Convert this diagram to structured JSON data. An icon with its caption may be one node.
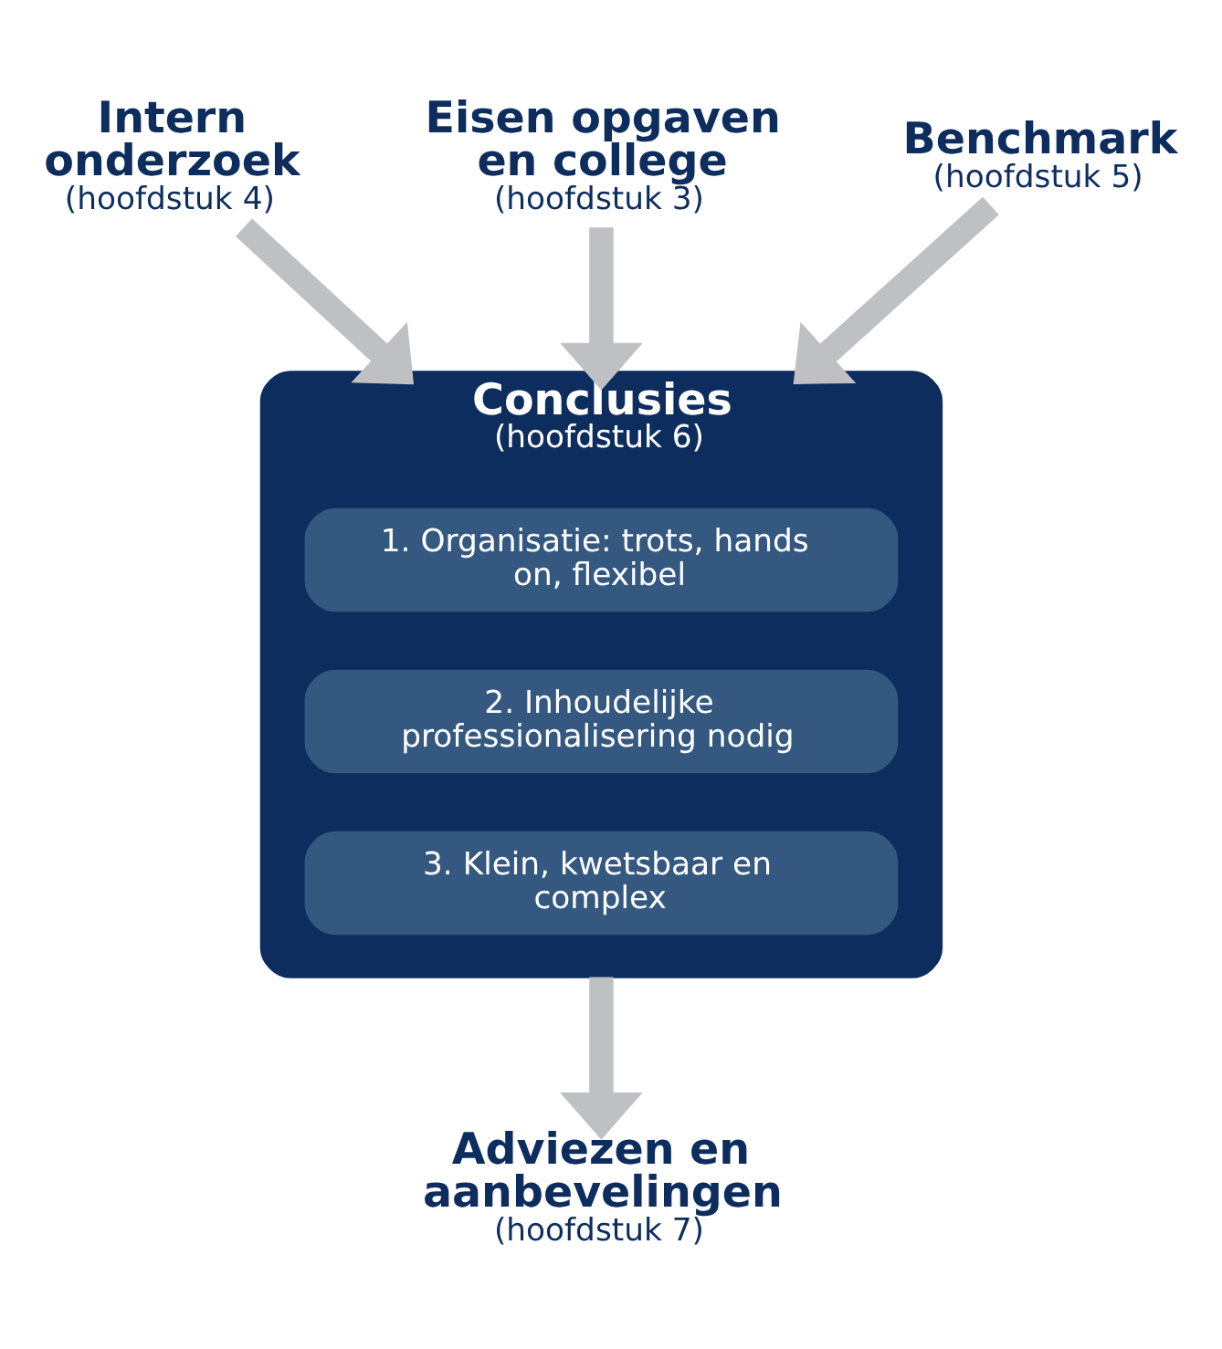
{
  "diagram": {
    "nodes": [
      {
        "text": [
          "Intern onderzoek",
          "(hoofdstuk 4)"
        ]
      },
      {
        "text": [
          "Eisen opgaven en college",
          "(hoofdstuk 3)"
        ]
      },
      {
        "text": [
          "Benchmark",
          "(hoofdstuk 5)"
        ]
      },
      {
        "text": [
          "Conclusies",
          "(hoofdstuk 6)"
        ]
      },
      {
        "text": [
          "1. Organisatie: trots, hands on, flexibel"
        ],
        "in": 3
      },
      {
        "text": [
          "2. Inhoudelijke professionalisering nodig"
        ],
        "in": 3
      },
      {
        "text": [
          "3. Klein, kwetsbaar en complex"
        ],
        "in": 3
      },
      {
        "text": [
          "Adviezen en aanbevelingen",
          "(hoofdstuk 7)"
        ]
      }
    ],
    "edges": [
      {
        "from": 0,
        "to": 3,
        "arrow": "to"
      },
      {
        "from": 1,
        "to": 3,
        "arrow": "to"
      },
      {
        "from": 2,
        "to": 3,
        "arrow": "to"
      },
      {
        "from": 3,
        "to": 7,
        "arrow": "to"
      }
    ]
  }
}
